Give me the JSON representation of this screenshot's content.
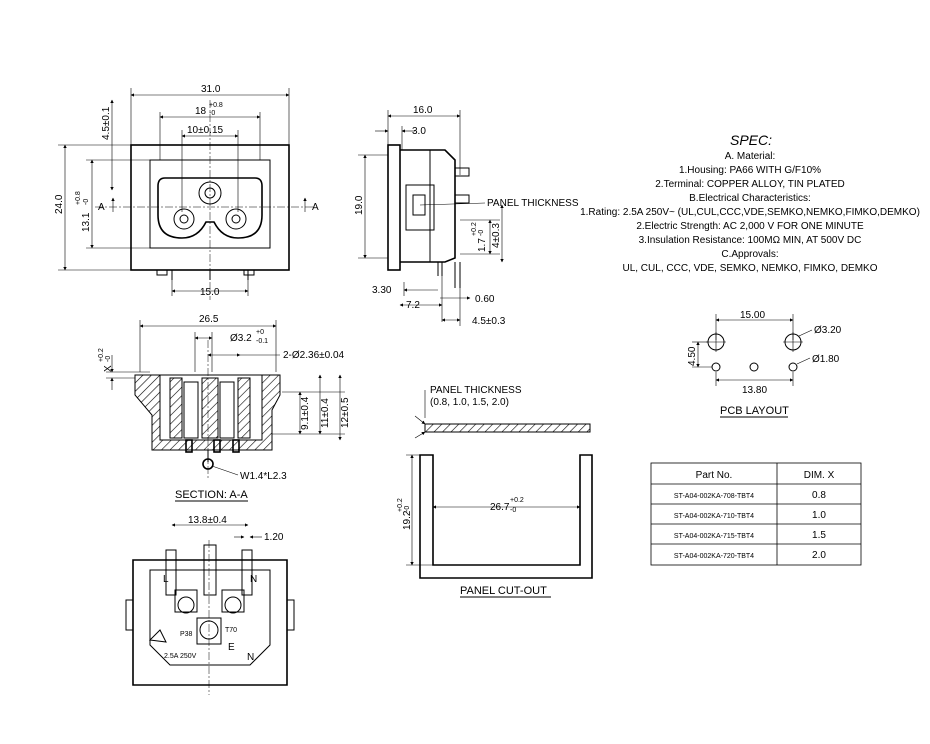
{
  "front_view": {
    "width_31": "31.0",
    "width_18": "18",
    "tol_18_plus": "+0.8",
    "tol_18_minus": "-0",
    "width_10": "10±0.15",
    "height_24": "24.0",
    "height_13": "13.1",
    "tol_13_plus": "+0.8",
    "tol_13_minus": "-0",
    "offset_45": "4.5±0.1",
    "pin_15": "15.0",
    "section_mark": "A"
  },
  "side_view": {
    "depth_16": "16.0",
    "depth_30": "3.0",
    "height_19": "19.0",
    "panel_label": "PANEL THICKNESS",
    "d_17": "1.7",
    "tol_17_plus": "+0.2",
    "tol_17_minus": "-0",
    "d_4": "4±0.3",
    "d_330": "3.30",
    "d_72": "7.2",
    "d_060": "0.60",
    "d_45": "4.5±0.3"
  },
  "section_view": {
    "width_265": "26.5",
    "hole_32": "Ø3.2",
    "tol_32_plus": "+0",
    "tol_32_minus": "-0.1",
    "holes_236": "2-Ø2.36±0.04",
    "x_label": "X",
    "tol_x_plus": "+0.2",
    "tol_x_minus": "-0",
    "d_91": "9.1±0.4",
    "d_11": "11±0.4",
    "d_12": "12±0.5",
    "tab_label": "W1.4*L2.3",
    "caption": "SECTION: A-A"
  },
  "bottom_view": {
    "d_138": "13.8±0.4",
    "d_120": "1.20",
    "mark_l": "L",
    "mark_n": "N",
    "mark_p": "P38",
    "mark_t": "T70",
    "rating_small": "2.5A 250V",
    "mark_e": "E",
    "mark_n2": "N"
  },
  "panel_cutout": {
    "title": "PANEL THICKNESS",
    "values": "(0.8, 1.0, 1.5, 2.0)",
    "height_192": "19.2",
    "tol_192_plus": "+0.2",
    "tol_192_minus": "-0",
    "width_267": "26.7",
    "tol_267_plus": "+0.2",
    "tol_267_minus": "-0",
    "caption": "PANEL  CUT-OUT"
  },
  "spec": {
    "title": "SPEC:",
    "lines": [
      "A. Material:",
      "1.Housing: PA66 WITH G/F10%",
      "2.Terminal: COPPER ALLOY, TIN PLATED",
      "B.Electrical Characteristics:",
      "1.Rating:  2.5A 250V~ (UL,CUL,CCC,VDE,SEMKO,NEMKO,FIMKO,DEMKO)",
      "2.Electric Strength: AC 2,000 V FOR ONE MINUTE",
      "3.Insulation Resistance: 100MΩ MIN, AT 500V DC",
      "C.Approvals:",
      "UL, CUL, CCC, VDE, SEMKO, NEMKO, FIMKO, DEMKO"
    ]
  },
  "pcb_layout": {
    "d_15": "15.00",
    "d_32": "Ø3.20",
    "d_45": "4.50",
    "d_18": "Ø1.80",
    "d_138": "13.80",
    "caption": "PCB LAYOUT"
  },
  "part_table": {
    "headers": [
      "Part No.",
      "DIM. X"
    ],
    "rows": [
      [
        "ST-A04-002KA-708-TBT4",
        "0.8"
      ],
      [
        "ST-A04-002KA-710-TBT4",
        "1.0"
      ],
      [
        "ST-A04-002KA-715-TBT4",
        "1.5"
      ],
      [
        "ST-A04-002KA-720-TBT4",
        "2.0"
      ]
    ]
  }
}
